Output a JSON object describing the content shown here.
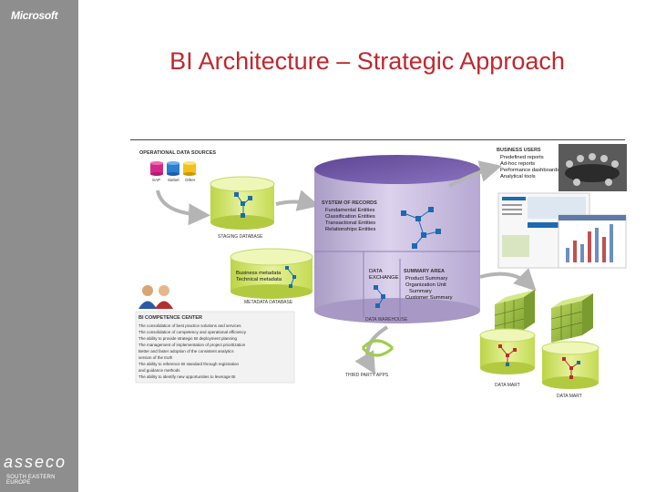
{
  "sidebar": {
    "brand_top": "Microsoft",
    "brand_bottom": "asseco",
    "brand_sub": "SOUTH EASTERN EUROPE"
  },
  "title": "BI Architecture – Strategic Approach",
  "diagram": {
    "operational_sources": {
      "heading": "OPERATIONAL DATA SOURCES",
      "items": [
        "SAP",
        "Siebel",
        "Other"
      ]
    },
    "staging": {
      "label": "STAGING DATABASE"
    },
    "metadata": {
      "label": "METADATA DATABASE",
      "lines": [
        "Business metadata",
        "Technical metadata"
      ]
    },
    "warehouse": {
      "label": "DATA WAREHOUSE",
      "system_of_records": {
        "heading": "SYSTEM OF RECORDS",
        "lines": [
          "Fundamental Entities",
          "Classification Entities",
          "Transactional Entities",
          "Relationships Entities"
        ]
      },
      "data_exchange": {
        "lines": [
          "DATA",
          "EXCHANGE"
        ]
      },
      "summary_area": {
        "heading": "SUMMARY AREA",
        "lines": [
          "Product Summary",
          "Organization Unit",
          "Summary",
          "Customer Summary"
        ]
      }
    },
    "business_users": {
      "heading": "BUSINESS USERS",
      "lines": [
        "Predefined reports",
        "Ad-hoc reports",
        "Performance dashboards",
        "Analytical tools"
      ]
    },
    "bi_competence": {
      "heading": "BI COMPETENCE CENTER",
      "lines": [
        "The consolidation of best practice solutions and services",
        "The consolidation of competency and operational efficiency",
        "The ability to provide strategic BI deployment planning",
        "The management of implementation of project prioritization",
        "Better and faster adoption of the consistent analytics",
        "version of the truth",
        "The ability to reference BI standard through registration",
        "and guidance methods",
        "The ability to identify new opportunities to leverage BI"
      ]
    },
    "third_party": {
      "label": "THIRD PARTY APPS"
    },
    "marts": [
      {
        "label": "DATA MART"
      },
      {
        "label": "DATA MART"
      }
    ],
    "colors": {
      "title_red": "#c0282e",
      "sidebar_gray": "#8e8e8e",
      "warehouse_purple": "#cdbfe0",
      "warehouse_top": "#6f55a6",
      "db_green": "#d5e86a",
      "arrow_gray": "#b4b4b4",
      "node_blue": "#1c6ab0"
    }
  }
}
